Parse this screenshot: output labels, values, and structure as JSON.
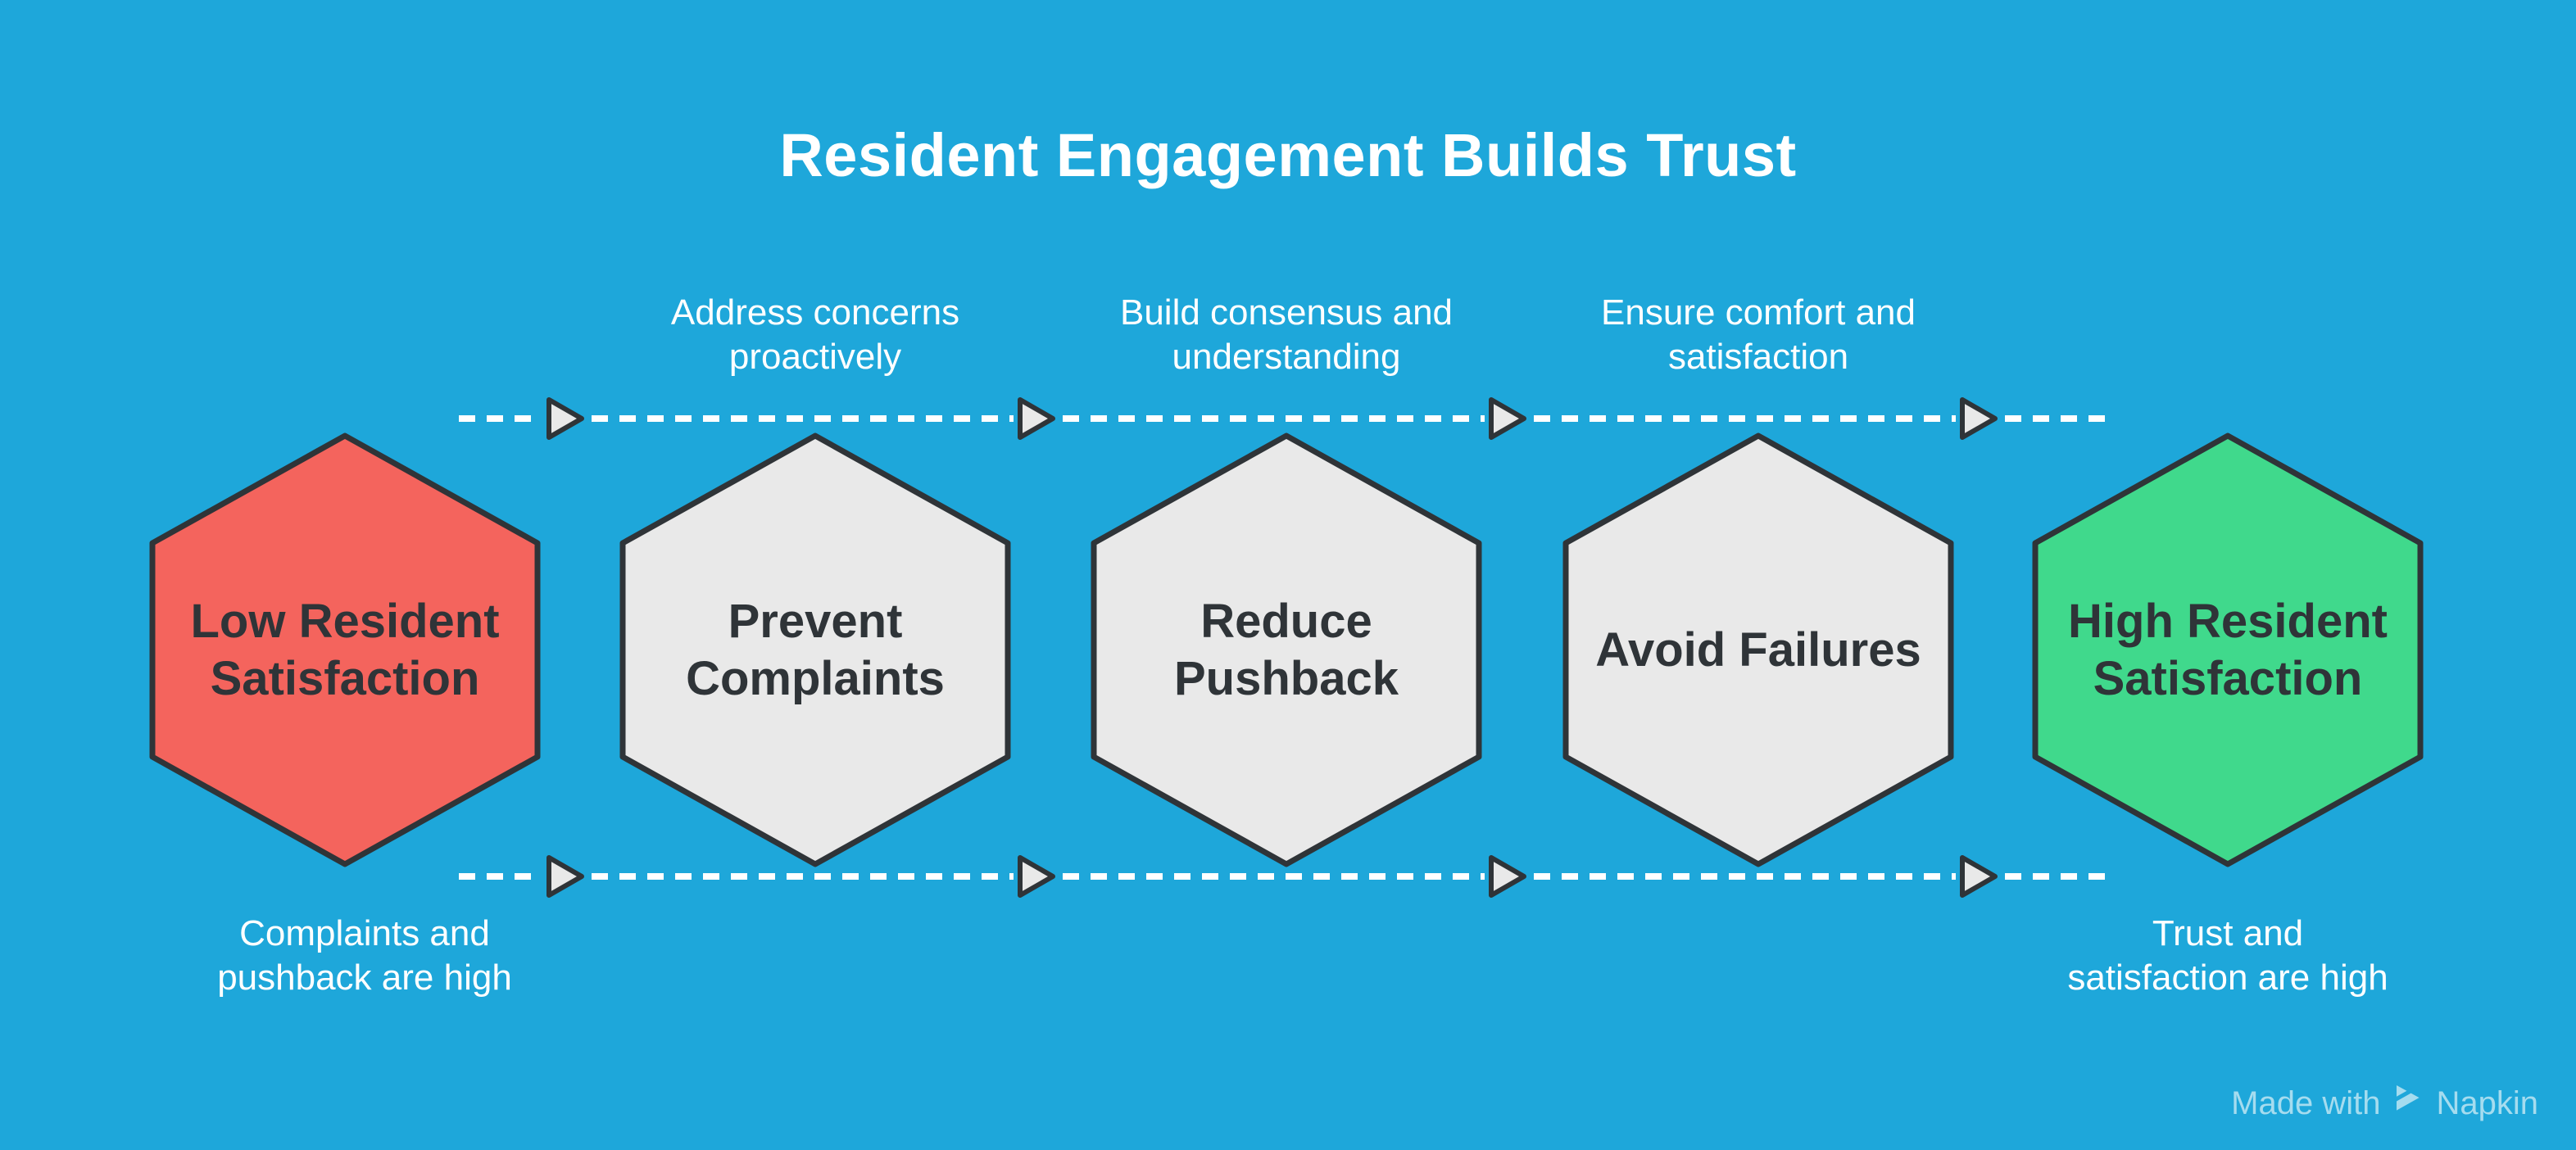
{
  "title": "Resident Engagement Builds Trust",
  "colors": {
    "background": "#1EA7DA",
    "hexagon_border": "#2F3438",
    "hexagon_text": "#2F3438",
    "start_hexagon_fill": "#F4645D",
    "step_hexagon_fill": "#E9E9E9",
    "end_hexagon_fill": "#40D98C",
    "connector_line": "#FFFFFF",
    "caption_text": "#FFFFFF",
    "watermark_text": "#A5DCEF"
  },
  "hexagons": [
    {
      "label": "Low Resident\nSatisfaction",
      "fill": "#F4645D"
    },
    {
      "label": "Prevent\nComplaints",
      "fill": "#E9E9E9"
    },
    {
      "label": "Reduce\nPushback",
      "fill": "#E9E9E9"
    },
    {
      "label": "Avoid Failures",
      "fill": "#E9E9E9"
    },
    {
      "label": "High Resident\nSatisfaction",
      "fill": "#40D98C"
    }
  ],
  "top_labels": [
    "Address concerns\nproactively",
    "Build consensus and\nunderstanding",
    "Ensure comfort and\nsatisfaction"
  ],
  "bottom_labels": [
    "Complaints and\npushback are high",
    "Trust and\nsatisfaction are high"
  ],
  "watermark": {
    "made_with": "Made with",
    "brand": "Napkin"
  }
}
